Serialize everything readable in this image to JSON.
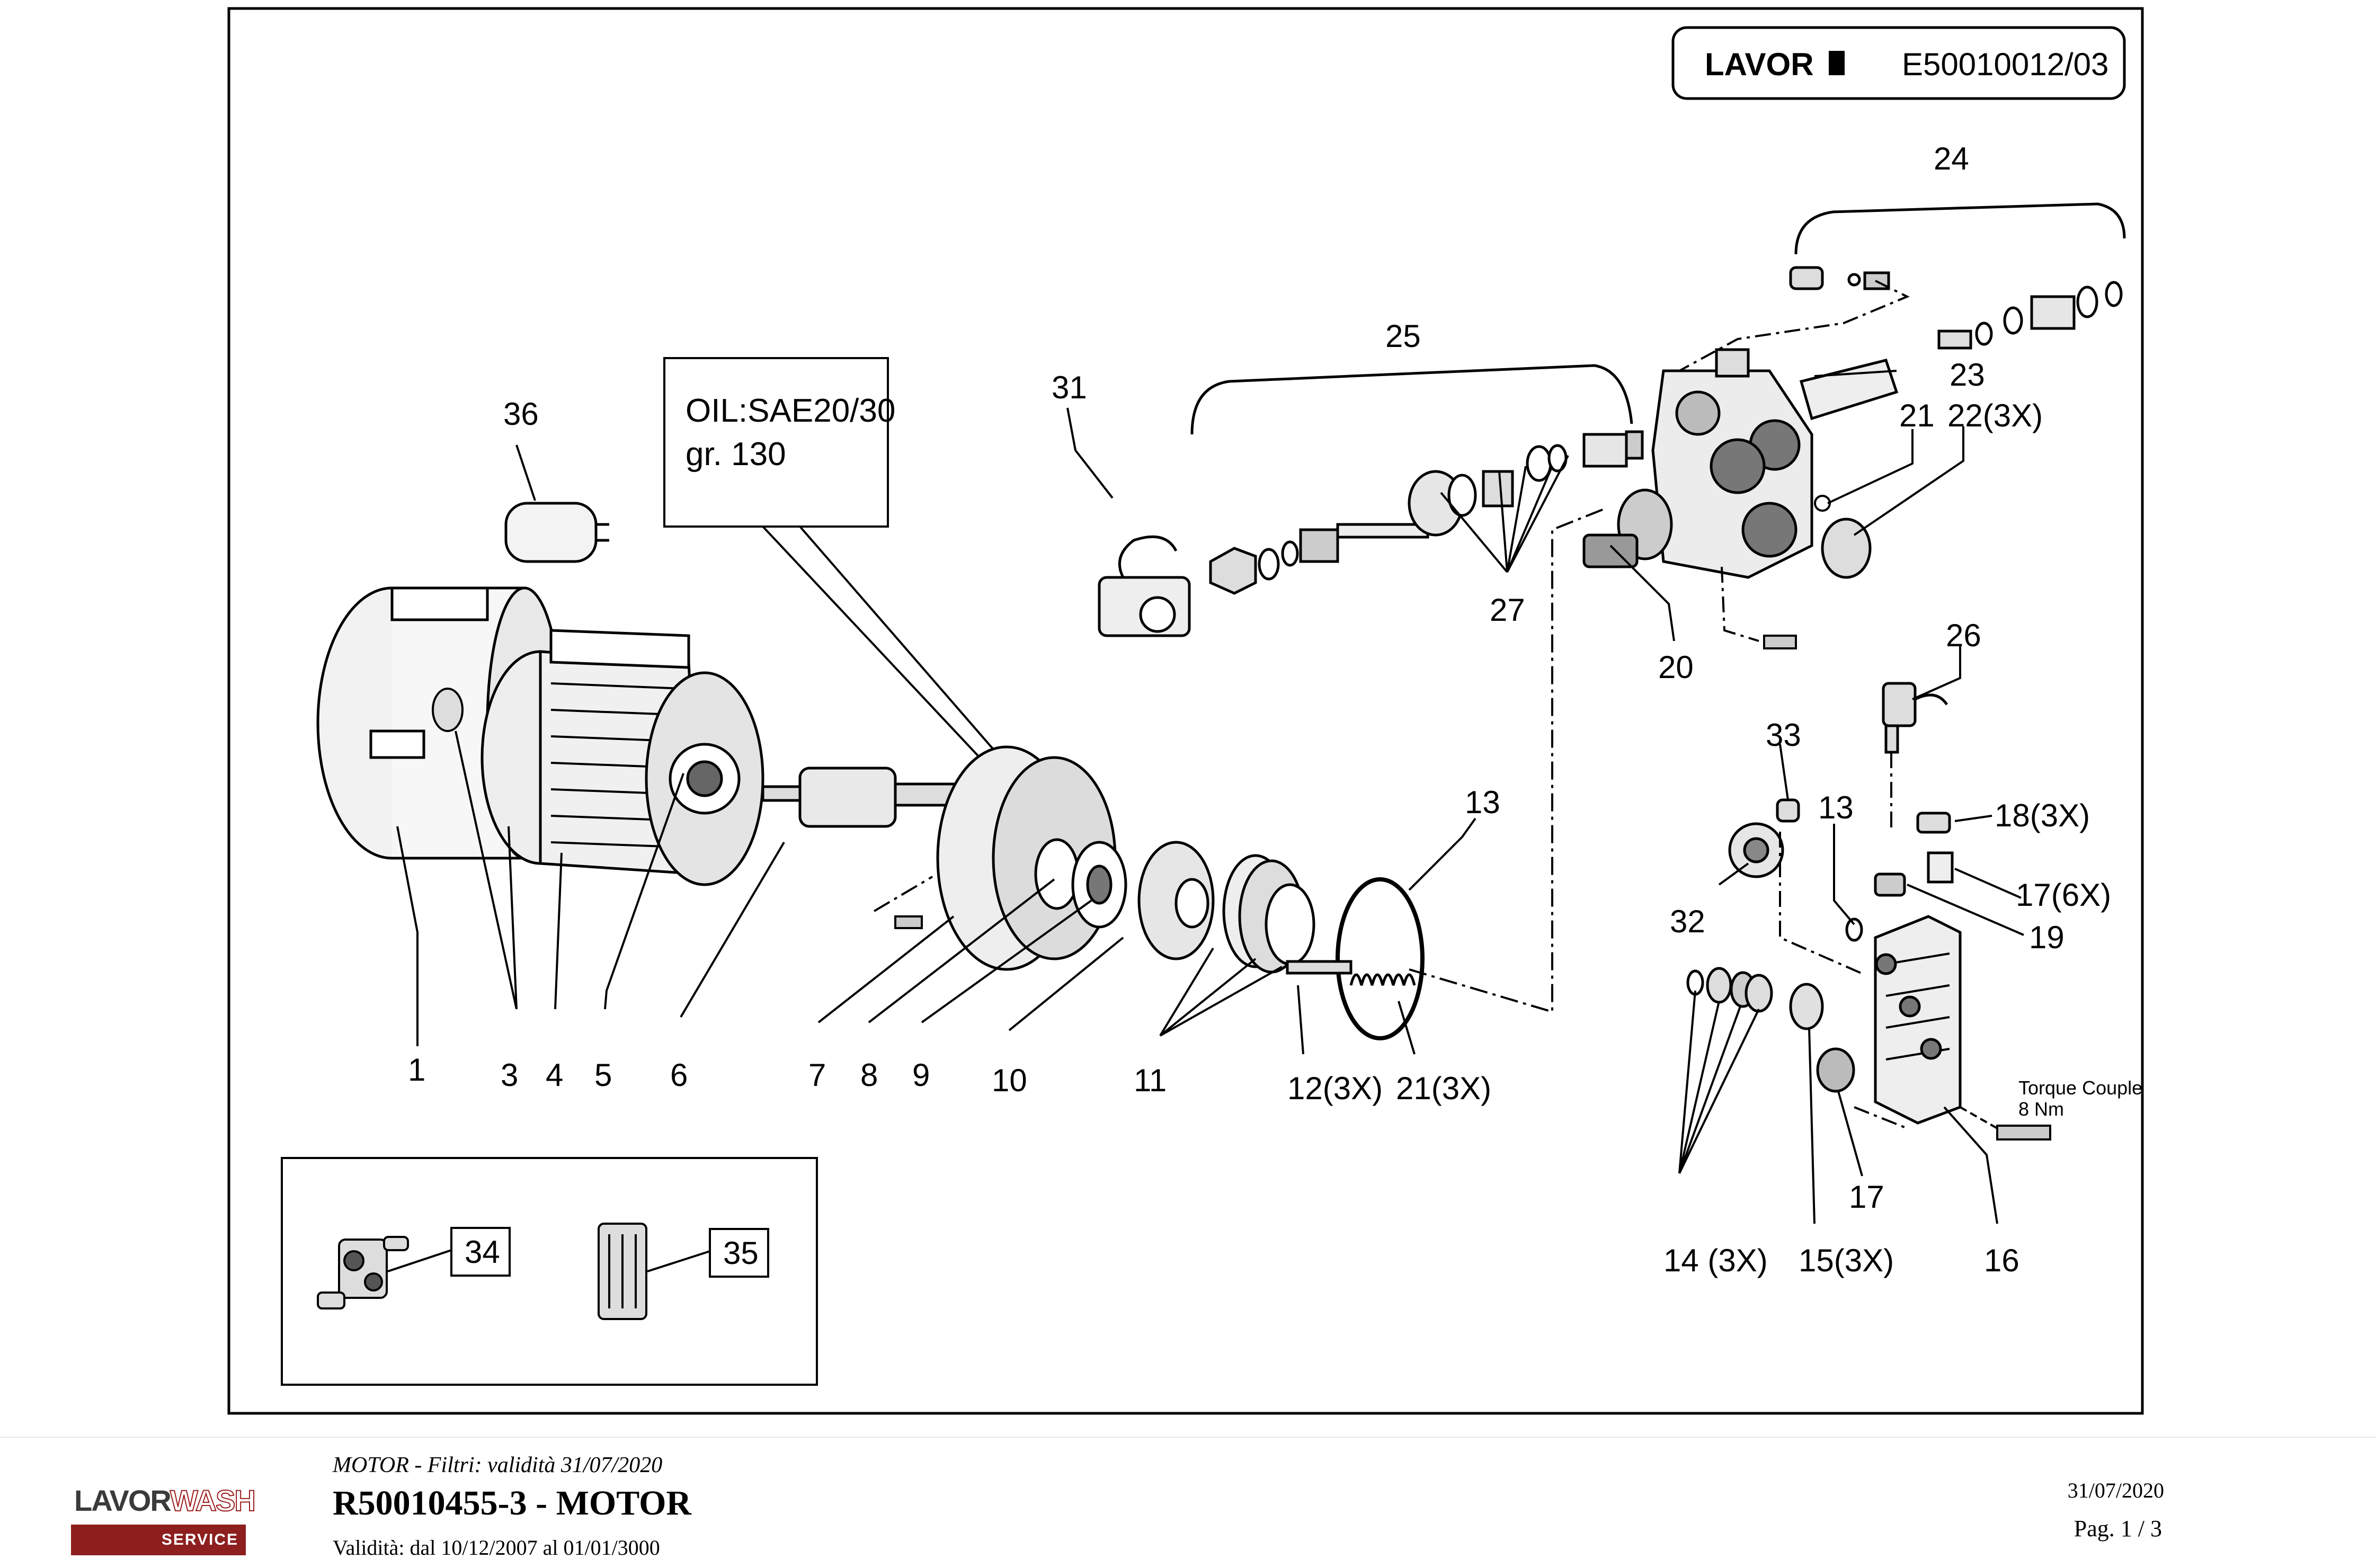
{
  "header": {
    "brand": "LAVOR",
    "code": "E50010012/03"
  },
  "note_box": {
    "line1": "OIL:SAE20/30",
    "line2": "gr. 130"
  },
  "torque": {
    "line1": "Torque Couple",
    "line2": "8 Nm"
  },
  "callouts": [
    {
      "id": "c1",
      "text": "1"
    },
    {
      "id": "c3",
      "text": "3"
    },
    {
      "id": "c4",
      "text": "4"
    },
    {
      "id": "c5",
      "text": "5"
    },
    {
      "id": "c6",
      "text": "6"
    },
    {
      "id": "c7",
      "text": "7"
    },
    {
      "id": "c8",
      "text": "8"
    },
    {
      "id": "c9",
      "text": "9"
    },
    {
      "id": "c10",
      "text": "10"
    },
    {
      "id": "c11",
      "text": "11"
    },
    {
      "id": "c12",
      "text": "12(3X)"
    },
    {
      "id": "c21b",
      "text": "21(3X)"
    },
    {
      "id": "c13a",
      "text": "13"
    },
    {
      "id": "c13b",
      "text": "13"
    },
    {
      "id": "c14",
      "text": "14 (3X)"
    },
    {
      "id": "c15",
      "text": "15(3X)"
    },
    {
      "id": "c16",
      "text": "16"
    },
    {
      "id": "c17a",
      "text": "17"
    },
    {
      "id": "c17b",
      "text": "17(6X)"
    },
    {
      "id": "c18",
      "text": "18(3X)"
    },
    {
      "id": "c19",
      "text": "19"
    },
    {
      "id": "c20",
      "text": "20"
    },
    {
      "id": "c21a",
      "text": "21"
    },
    {
      "id": "c22",
      "text": "22(3X)"
    },
    {
      "id": "c23",
      "text": "23"
    },
    {
      "id": "c24",
      "text": "24"
    },
    {
      "id": "c25",
      "text": "25"
    },
    {
      "id": "c26",
      "text": "26"
    },
    {
      "id": "c27",
      "text": "27"
    },
    {
      "id": "c31",
      "text": "31"
    },
    {
      "id": "c32",
      "text": "32"
    },
    {
      "id": "c33",
      "text": "33"
    },
    {
      "id": "c34",
      "text": "34"
    },
    {
      "id": "c35",
      "text": "35"
    },
    {
      "id": "c36",
      "text": "36"
    }
  ],
  "footer": {
    "logo_brand": "LAVOR",
    "logo_wash": "WASH",
    "logo_service": "SERVICE",
    "filter_line": "MOTOR - Filtri: validità 31/07/2020",
    "title": "R50010455-3 - MOTOR",
    "validity": "Validità: dal 10/12/2007 al 01/01/3000",
    "date": "31/07/2020",
    "page": "Pag. 1 / 3"
  }
}
